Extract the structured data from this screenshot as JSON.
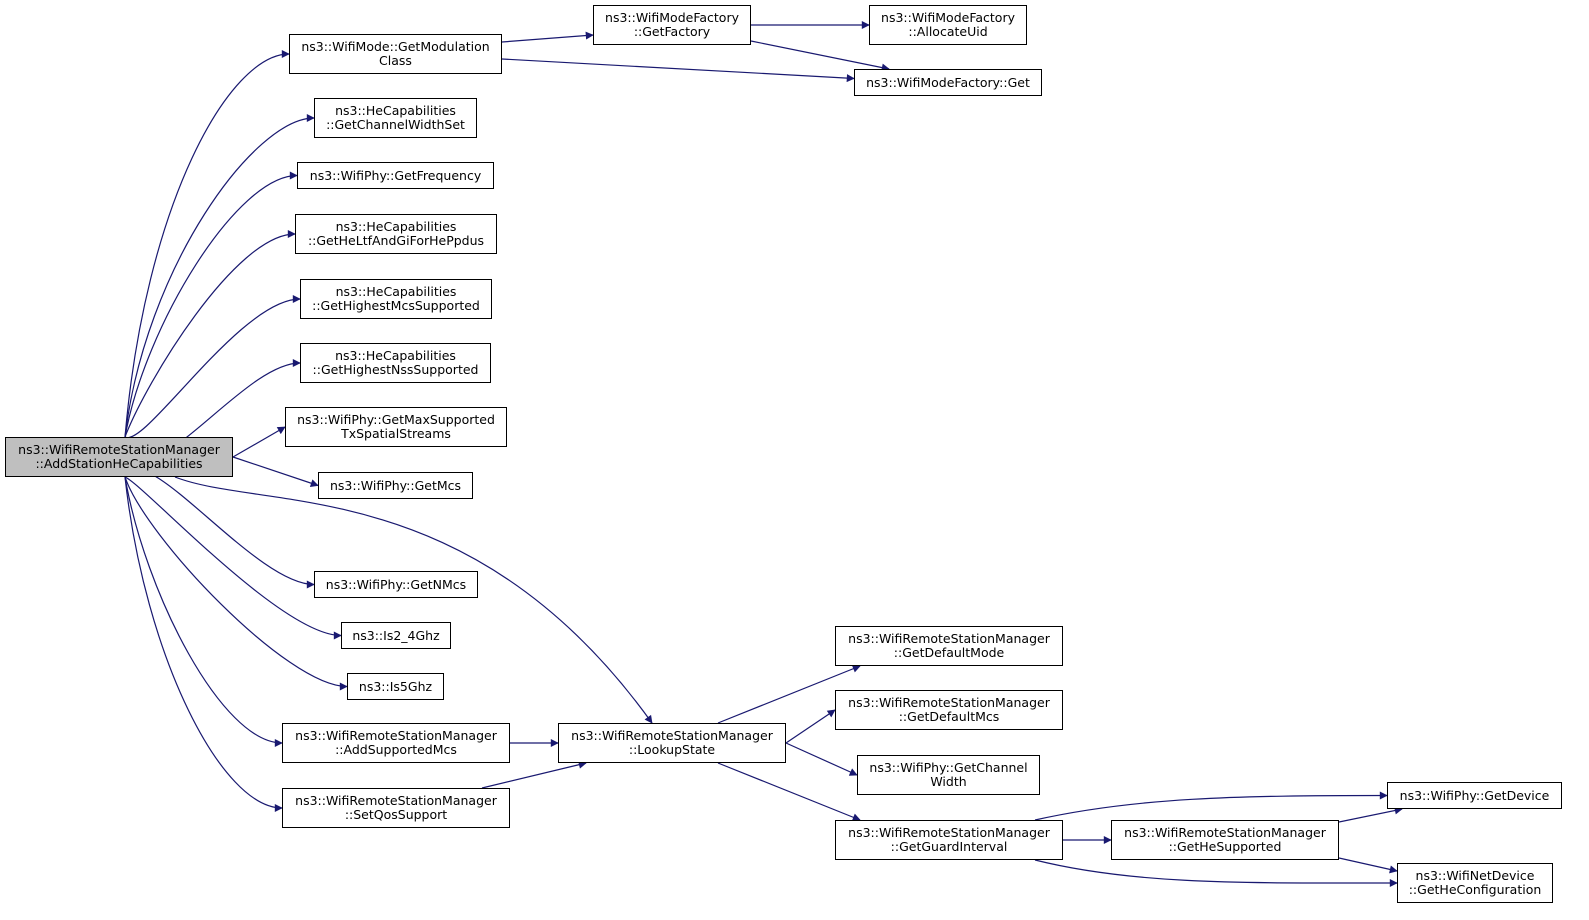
{
  "colors": {
    "edge": "#191970",
    "root_fill": "#bfbfbf",
    "node_fill": "#ffffff",
    "border": "#000000"
  },
  "nodes": {
    "root": {
      "line1": "ns3::WifiRemoteStationManager",
      "line2": "::AddStationHeCapabilities"
    },
    "get_modulation_class": {
      "line1": "ns3::WifiMode::GetModulation",
      "line2": "Class"
    },
    "get_factory": {
      "line1": "ns3::WifiModeFactory",
      "line2": "::GetFactory"
    },
    "allocate_uid": {
      "line1": "ns3::WifiModeFactory",
      "line2": "::AllocateUid"
    },
    "factory_get": {
      "line1": "ns3::WifiModeFactory::Get"
    },
    "get_channel_width_set": {
      "line1": "ns3::HeCapabilities",
      "line2": "::GetChannelWidthSet"
    },
    "get_frequency": {
      "line1": "ns3::WifiPhy::GetFrequency"
    },
    "get_he_ltf": {
      "line1": "ns3::HeCapabilities",
      "line2": "::GetHeLtfAndGiForHePpdus"
    },
    "get_highest_mcs": {
      "line1": "ns3::HeCapabilities",
      "line2": "::GetHighestMcsSupported"
    },
    "get_highest_nss": {
      "line1": "ns3::HeCapabilities",
      "line2": "::GetHighestNssSupported"
    },
    "get_max_streams": {
      "line1": "ns3::WifiPhy::GetMaxSupported",
      "line2": "TxSpatialStreams"
    },
    "get_mcs": {
      "line1": "ns3::WifiPhy::GetMcs"
    },
    "get_nmcs": {
      "line1": "ns3::WifiPhy::GetNMcs"
    },
    "is2_4ghz": {
      "line1": "ns3::Is2_4Ghz"
    },
    "is5ghz": {
      "line1": "ns3::Is5Ghz"
    },
    "add_supported_mcs": {
      "line1": "ns3::WifiRemoteStationManager",
      "line2": "::AddSupportedMcs"
    },
    "set_qos_support": {
      "line1": "ns3::WifiRemoteStationManager",
      "line2": "::SetQosSupport"
    },
    "lookup_state": {
      "line1": "ns3::WifiRemoteStationManager",
      "line2": "::LookupState"
    },
    "get_default_mode": {
      "line1": "ns3::WifiRemoteStationManager",
      "line2": "::GetDefaultMode"
    },
    "get_default_mcs": {
      "line1": "ns3::WifiRemoteStationManager",
      "line2": "::GetDefaultMcs"
    },
    "get_channel_width": {
      "line1": "ns3::WifiPhy::GetChannel",
      "line2": "Width"
    },
    "get_guard_interval": {
      "line1": "ns3::WifiRemoteStationManager",
      "line2": "::GetGuardInterval"
    },
    "get_he_supported": {
      "line1": "ns3::WifiRemoteStationManager",
      "line2": "::GetHeSupported"
    },
    "get_device": {
      "line1": "ns3::WifiPhy::GetDevice"
    },
    "get_he_configuration": {
      "line1": "ns3::WifiNetDevice",
      "line2": "::GetHeConfiguration"
    }
  },
  "edges": [
    [
      "root",
      "get_modulation_class"
    ],
    [
      "root",
      "get_channel_width_set"
    ],
    [
      "root",
      "get_frequency"
    ],
    [
      "root",
      "get_he_ltf"
    ],
    [
      "root",
      "get_highest_mcs"
    ],
    [
      "root",
      "get_highest_nss"
    ],
    [
      "root",
      "get_max_streams"
    ],
    [
      "root",
      "get_mcs"
    ],
    [
      "root",
      "get_nmcs"
    ],
    [
      "root",
      "is2_4ghz"
    ],
    [
      "root",
      "is5ghz"
    ],
    [
      "root",
      "add_supported_mcs"
    ],
    [
      "root",
      "set_qos_support"
    ],
    [
      "root",
      "lookup_state"
    ],
    [
      "get_modulation_class",
      "get_factory"
    ],
    [
      "get_modulation_class",
      "factory_get"
    ],
    [
      "get_factory",
      "allocate_uid"
    ],
    [
      "get_factory",
      "factory_get"
    ],
    [
      "add_supported_mcs",
      "lookup_state"
    ],
    [
      "set_qos_support",
      "lookup_state"
    ],
    [
      "lookup_state",
      "get_default_mode"
    ],
    [
      "lookup_state",
      "get_default_mcs"
    ],
    [
      "lookup_state",
      "get_channel_width"
    ],
    [
      "lookup_state",
      "get_guard_interval"
    ],
    [
      "get_guard_interval",
      "get_he_supported"
    ],
    [
      "get_guard_interval",
      "get_device"
    ],
    [
      "get_guard_interval",
      "get_he_configuration"
    ],
    [
      "get_he_supported",
      "get_device"
    ],
    [
      "get_he_supported",
      "get_he_configuration"
    ]
  ]
}
